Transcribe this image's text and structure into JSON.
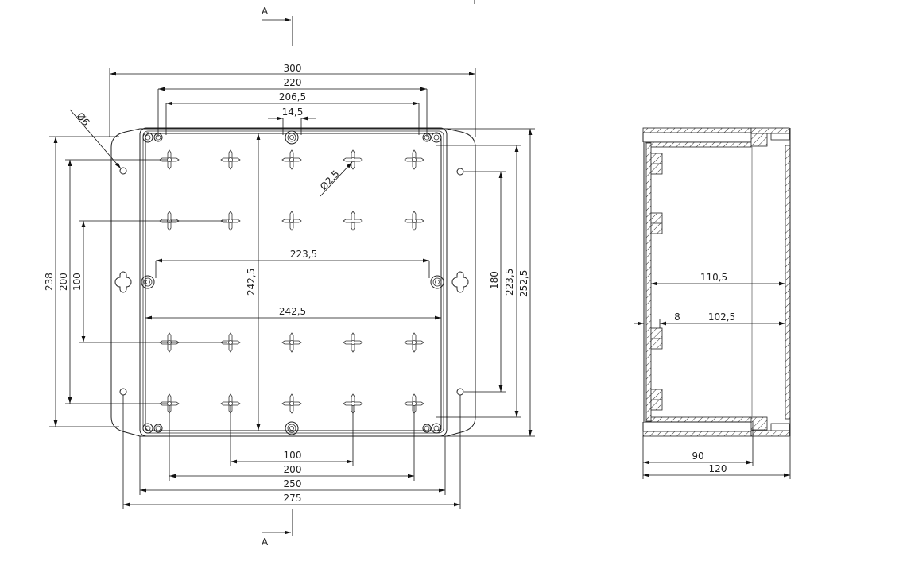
{
  "section_marker": {
    "label_top": "A",
    "label_bottom": "A"
  },
  "front_view": {
    "top_dims": {
      "overall_width": "300",
      "boss_spacing": "220",
      "inner_span": "206,5",
      "center_boss": "14,5"
    },
    "hole_callouts": {
      "flange_hole": "Ø6",
      "mount_hole": "Ø2,5"
    },
    "inner_dims": {
      "vertical_inner": "242,5",
      "horizontal_boss": "223,5",
      "horizontal_inner": "242,5"
    },
    "left_dims": {
      "flange_height": "238",
      "grid_outer": "200",
      "grid_inner": "100"
    },
    "right_dims": {
      "flange_holes": "180",
      "boss_vertical": "223,5",
      "overall_height": "252,5"
    },
    "bottom_dims": {
      "grid_inner": "100",
      "grid_outer": "200",
      "body_width": "250",
      "flange_holes": "275"
    }
  },
  "side_view": {
    "dims": {
      "inner_depth": "110,5",
      "floor_offset": "8",
      "depth_from_floor": "102,5",
      "base_height": "90",
      "overall_depth": "120"
    }
  }
}
